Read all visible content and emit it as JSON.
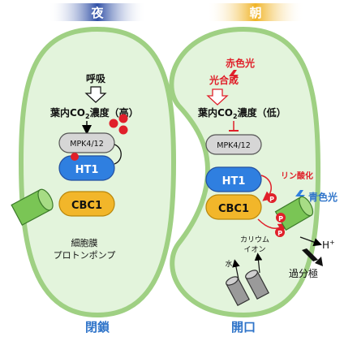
{
  "headers": {
    "night": "夜",
    "morning": "朝"
  },
  "left_cell": {
    "respiration": "呼吸",
    "co2_label_pre": "葉内CO",
    "co2_sub": "2",
    "co2_label_post": "濃度（高）",
    "mpk": "MPK4/12",
    "ht1": "HT1",
    "cbc1": "CBC1",
    "membrane_label_line1": "細胞膜",
    "membrane_label_line2": "プロトンポンプ",
    "state": "閉鎖"
  },
  "right_cell": {
    "red_light": "赤色光",
    "photosynthesis": "光合成",
    "co2_label_pre": "葉内CO",
    "co2_sub": "2",
    "co2_label_post": "濃度（低）",
    "mpk": "MPK4/12",
    "ht1": "HT1",
    "cbc1": "CBC1",
    "phosphorylation": "リン酸化",
    "blue_light": "青色光",
    "phospho_symbol": "P",
    "proton": "H",
    "proton_sup": "+",
    "potassium_line1": "カリウム",
    "potassium_line2": "イオン",
    "water": "水",
    "hyperpolarization": "過分極",
    "state": "開口"
  },
  "colors": {
    "cell_fill": "#e3f4dc",
    "cell_outline": "#9fd083",
    "ht1_blue": "#2f7fe0",
    "cbc1_yellow": "#f2b62a",
    "mpk_gray": "#d6d6d6",
    "red": "#e0202a",
    "state_text": "#2f74c9",
    "night_header": "#2f4fa6",
    "morning_header": "#f0b324",
    "pump_green": "#7ac555"
  }
}
